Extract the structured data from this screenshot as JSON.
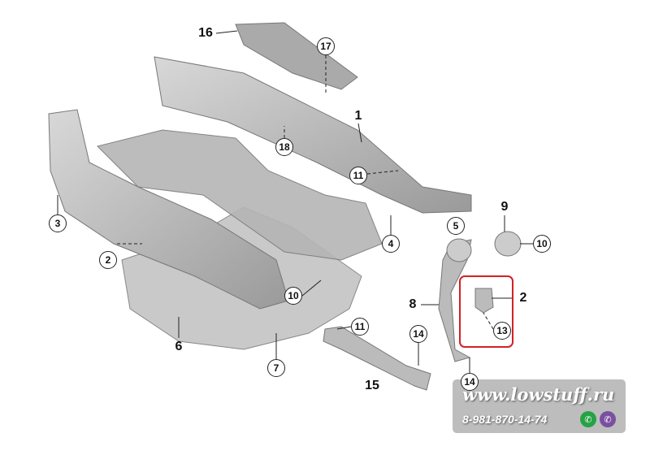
{
  "diagram": {
    "labels": {
      "p16": "16",
      "p17": "17",
      "p1": "1",
      "p18": "18",
      "p11a": "11",
      "p9": "9",
      "p5": "5",
      "p10a": "10",
      "p3": "3",
      "p4": "4",
      "p2a": "2",
      "p2b": "2",
      "p8": "8",
      "p10b": "10",
      "p11b": "11",
      "p13": "13",
      "p14a": "14",
      "p6": "6",
      "p7": "7",
      "p15": "15",
      "p14b": "14"
    },
    "highlight_color": "#d42027"
  },
  "watermark": {
    "site": "www.lowstuff.ru",
    "phone": "8-981-870-14-74",
    "whatsapp_color": "#25a244",
    "viber_color": "#7b4fa0"
  }
}
